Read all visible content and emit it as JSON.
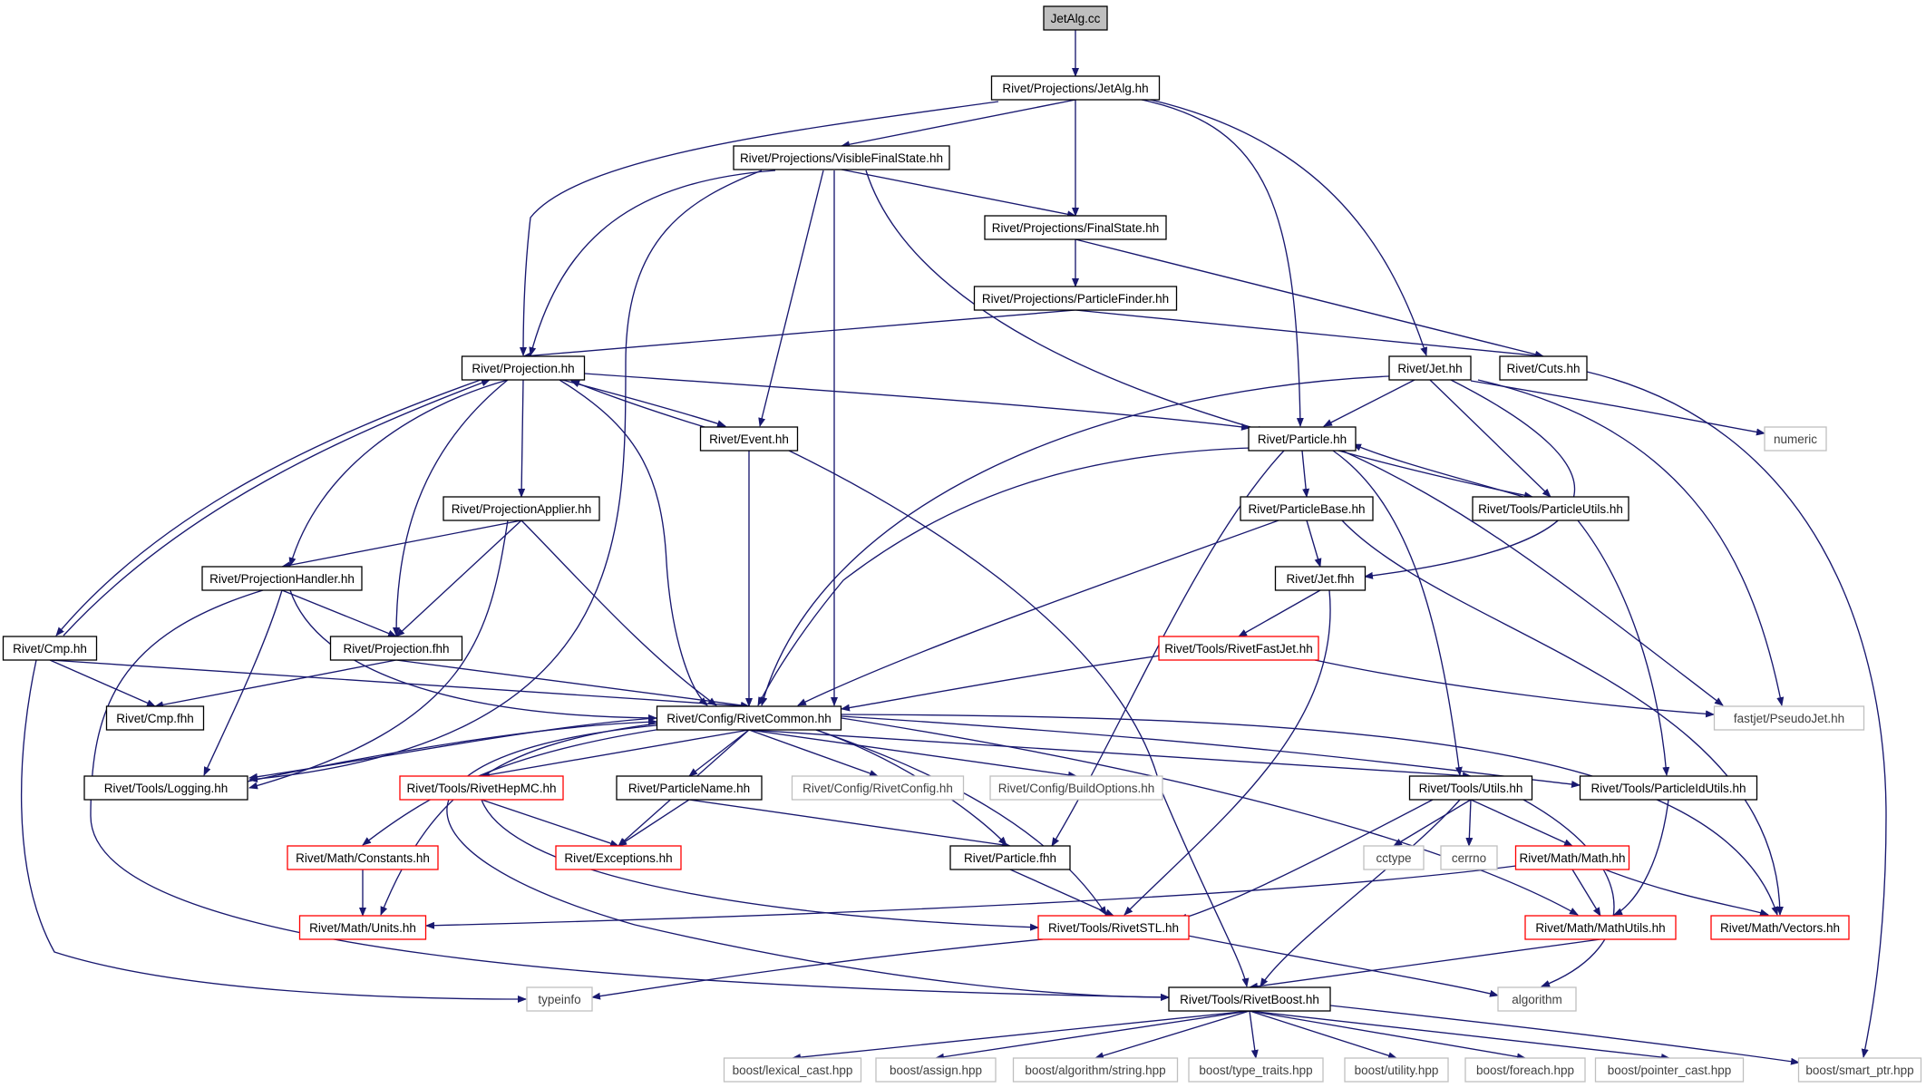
{
  "diagram": {
    "colors": {
      "edge": "#191970",
      "normal_border": "#000000",
      "root_fill": "#bfbfbf",
      "red_border": "#ff0000",
      "gray_border": "#bfbfbf",
      "gray_text": "#404040"
    },
    "nodes": [
      {
        "id": "jetalg_cc",
        "label": "JetAlg.cc",
        "kind": "root"
      },
      {
        "id": "proj_jetalg",
        "label": "Rivet/Projections/JetAlg.hh",
        "kind": "normal"
      },
      {
        "id": "proj_vfs",
        "label": "Rivet/Projections/VisibleFinalState.hh",
        "kind": "normal"
      },
      {
        "id": "proj_fs",
        "label": "Rivet/Projections/FinalState.hh",
        "kind": "normal"
      },
      {
        "id": "proj_pf",
        "label": "Rivet/Projections/ParticleFinder.hh",
        "kind": "normal"
      },
      {
        "id": "projection",
        "label": "Rivet/Projection.hh",
        "kind": "normal"
      },
      {
        "id": "jet_hh",
        "label": "Rivet/Jet.hh",
        "kind": "normal"
      },
      {
        "id": "cuts",
        "label": "Rivet/Cuts.hh",
        "kind": "normal"
      },
      {
        "id": "event",
        "label": "Rivet/Event.hh",
        "kind": "normal"
      },
      {
        "id": "particle",
        "label": "Rivet/Particle.hh",
        "kind": "normal"
      },
      {
        "id": "numeric",
        "label": "numeric",
        "kind": "system"
      },
      {
        "id": "projapplier",
        "label": "Rivet/ProjectionApplier.hh",
        "kind": "normal"
      },
      {
        "id": "particlebase",
        "label": "Rivet/ParticleBase.hh",
        "kind": "normal"
      },
      {
        "id": "particleutils",
        "label": "Rivet/Tools/ParticleUtils.hh",
        "kind": "normal"
      },
      {
        "id": "projhandler",
        "label": "Rivet/ProjectionHandler.hh",
        "kind": "normal"
      },
      {
        "id": "jet_fhh",
        "label": "Rivet/Jet.fhh",
        "kind": "normal"
      },
      {
        "id": "cmp_hh",
        "label": "Rivet/Cmp.hh",
        "kind": "normal"
      },
      {
        "id": "proj_fhh",
        "label": "Rivet/Projection.fhh",
        "kind": "normal"
      },
      {
        "id": "rivetfastjet",
        "label": "Rivet/Tools/RivetFastJet.hh",
        "kind": "red"
      },
      {
        "id": "cmp_fhh",
        "label": "Rivet/Cmp.fhh",
        "kind": "normal"
      },
      {
        "id": "rivetcommon",
        "label": "Rivet/Config/RivetCommon.hh",
        "kind": "normal"
      },
      {
        "id": "pseudojet",
        "label": "fastjet/PseudoJet.hh",
        "kind": "system"
      },
      {
        "id": "logging",
        "label": "Rivet/Tools/Logging.hh",
        "kind": "normal"
      },
      {
        "id": "rivethepmc",
        "label": "Rivet/Tools/RivetHepMC.hh",
        "kind": "red"
      },
      {
        "id": "particlename",
        "label": "Rivet/ParticleName.hh",
        "kind": "normal"
      },
      {
        "id": "rivetconfig",
        "label": "Rivet/Config/RivetConfig.hh",
        "kind": "system"
      },
      {
        "id": "buildoptions",
        "label": "Rivet/Config/BuildOptions.hh",
        "kind": "system"
      },
      {
        "id": "utils",
        "label": "Rivet/Tools/Utils.hh",
        "kind": "normal"
      },
      {
        "id": "particleidutils",
        "label": "Rivet/Tools/ParticleIdUtils.hh",
        "kind": "normal"
      },
      {
        "id": "constants",
        "label": "Rivet/Math/Constants.hh",
        "kind": "red"
      },
      {
        "id": "exceptions",
        "label": "Rivet/Exceptions.hh",
        "kind": "red"
      },
      {
        "id": "particle_fhh",
        "label": "Rivet/Particle.fhh",
        "kind": "normal"
      },
      {
        "id": "cctype",
        "label": "cctype",
        "kind": "system"
      },
      {
        "id": "cerrno",
        "label": "cerrno",
        "kind": "system"
      },
      {
        "id": "math",
        "label": "Rivet/Math/Math.hh",
        "kind": "red"
      },
      {
        "id": "units",
        "label": "Rivet/Math/Units.hh",
        "kind": "red"
      },
      {
        "id": "rivetstl",
        "label": "Rivet/Tools/RivetSTL.hh",
        "kind": "red"
      },
      {
        "id": "mathutils",
        "label": "Rivet/Math/MathUtils.hh",
        "kind": "red"
      },
      {
        "id": "vectors",
        "label": "Rivet/Math/Vectors.hh",
        "kind": "red"
      },
      {
        "id": "typeinfo",
        "label": "typeinfo",
        "kind": "system"
      },
      {
        "id": "rivetboost",
        "label": "Rivet/Tools/RivetBoost.hh",
        "kind": "normal"
      },
      {
        "id": "algorithm",
        "label": "algorithm",
        "kind": "system"
      },
      {
        "id": "b_lexical",
        "label": "boost/lexical_cast.hpp",
        "kind": "system"
      },
      {
        "id": "b_assign",
        "label": "boost/assign.hpp",
        "kind": "system"
      },
      {
        "id": "b_algstring",
        "label": "boost/algorithm/string.hpp",
        "kind": "system"
      },
      {
        "id": "b_typetraits",
        "label": "boost/type_traits.hpp",
        "kind": "system"
      },
      {
        "id": "b_utility",
        "label": "boost/utility.hpp",
        "kind": "system"
      },
      {
        "id": "b_foreach",
        "label": "boost/foreach.hpp",
        "kind": "system"
      },
      {
        "id": "b_pointercast",
        "label": "boost/pointer_cast.hpp",
        "kind": "system"
      },
      {
        "id": "b_smartptr",
        "label": "boost/smart_ptr.hpp",
        "kind": "system"
      }
    ],
    "edges": [
      [
        "jetalg_cc",
        "proj_jetalg"
      ],
      [
        "proj_jetalg",
        "proj_vfs"
      ],
      [
        "proj_jetalg",
        "proj_fs"
      ],
      [
        "proj_jetalg",
        "projection"
      ],
      [
        "proj_jetalg",
        "particle"
      ],
      [
        "proj_jetalg",
        "jet_hh"
      ],
      [
        "proj_vfs",
        "proj_fs"
      ],
      [
        "proj_vfs",
        "projection"
      ],
      [
        "proj_vfs",
        "event"
      ],
      [
        "proj_vfs",
        "particle"
      ],
      [
        "proj_vfs",
        "rivetcommon"
      ],
      [
        "proj_vfs",
        "logging"
      ],
      [
        "proj_fs",
        "proj_pf"
      ],
      [
        "proj_fs",
        "cuts"
      ],
      [
        "proj_pf",
        "projection"
      ],
      [
        "proj_pf",
        "cuts"
      ],
      [
        "projection",
        "event"
      ],
      [
        "projection",
        "particle"
      ],
      [
        "projection",
        "projapplier"
      ],
      [
        "projection",
        "projhandler"
      ],
      [
        "projection",
        "proj_fhh"
      ],
      [
        "projection",
        "cmp_hh"
      ],
      [
        "projection",
        "rivetcommon"
      ],
      [
        "event",
        "projection"
      ],
      [
        "event",
        "rivetcommon"
      ],
      [
        "event",
        "rivetboost"
      ],
      [
        "cmp_hh",
        "projection"
      ],
      [
        "cmp_hh",
        "cmp_fhh"
      ],
      [
        "cmp_hh",
        "rivetcommon"
      ],
      [
        "cmp_hh",
        "typeinfo"
      ],
      [
        "cuts",
        "b_smartptr"
      ],
      [
        "jet_hh",
        "particle"
      ],
      [
        "jet_hh",
        "rivetcommon"
      ],
      [
        "jet_hh",
        "particleutils"
      ],
      [
        "jet_hh",
        "jet_fhh"
      ],
      [
        "jet_hh",
        "numeric"
      ],
      [
        "jet_hh",
        "pseudojet"
      ],
      [
        "particle",
        "particlebase"
      ],
      [
        "particle",
        "particleutils"
      ],
      [
        "particle",
        "rivetcommon"
      ],
      [
        "particle",
        "utils"
      ],
      [
        "particle",
        "particle_fhh"
      ],
      [
        "particle",
        "pseudojet"
      ],
      [
        "particleutils",
        "particle"
      ],
      [
        "particleutils",
        "particleidutils"
      ],
      [
        "particlebase",
        "jet_fhh"
      ],
      [
        "particlebase",
        "rivetcommon"
      ],
      [
        "particlebase",
        "vectors"
      ],
      [
        "jet_fhh",
        "rivetfastjet"
      ],
      [
        "jet_fhh",
        "rivetstl"
      ],
      [
        "rivetfastjet",
        "rivetcommon"
      ],
      [
        "rivetfastjet",
        "pseudojet"
      ],
      [
        "projapplier",
        "projhandler"
      ],
      [
        "projapplier",
        "proj_fhh"
      ],
      [
        "projapplier",
        "rivetcommon"
      ],
      [
        "projapplier",
        "logging"
      ],
      [
        "projhandler",
        "proj_fhh"
      ],
      [
        "projhandler",
        "rivetcommon"
      ],
      [
        "projhandler",
        "logging"
      ],
      [
        "projhandler",
        "rivetboost"
      ],
      [
        "proj_fhh",
        "cmp_fhh"
      ],
      [
        "proj_fhh",
        "rivetcommon"
      ],
      [
        "rivetcommon",
        "logging"
      ],
      [
        "rivetcommon",
        "rivethepmc"
      ],
      [
        "rivetcommon",
        "particlename"
      ],
      [
        "rivetcommon",
        "rivetconfig"
      ],
      [
        "rivetcommon",
        "buildoptions"
      ],
      [
        "rivetcommon",
        "utils"
      ],
      [
        "rivetcommon",
        "particleidutils"
      ],
      [
        "rivetcommon",
        "vectors"
      ],
      [
        "rivetcommon",
        "constants"
      ],
      [
        "rivetcommon",
        "exceptions"
      ],
      [
        "rivetcommon",
        "units"
      ],
      [
        "rivetcommon",
        "rivetboost"
      ],
      [
        "rivetcommon",
        "particle_fhh"
      ],
      [
        "rivetcommon",
        "rivetstl"
      ],
      [
        "rivetcommon",
        "mathutils"
      ],
      [
        "logging",
        "rivetcommon"
      ],
      [
        "rivethepmc",
        "exceptions"
      ],
      [
        "rivethepmc",
        "rivetstl"
      ],
      [
        "particlename",
        "exceptions"
      ],
      [
        "particlename",
        "particle_fhh"
      ],
      [
        "constants",
        "units"
      ],
      [
        "particle_fhh",
        "rivetstl"
      ],
      [
        "utils",
        "cctype"
      ],
      [
        "utils",
        "cerrno"
      ],
      [
        "utils",
        "math"
      ],
      [
        "utils",
        "rivetstl"
      ],
      [
        "utils",
        "rivetboost"
      ],
      [
        "utils",
        "algorithm"
      ],
      [
        "particleidutils",
        "mathutils"
      ],
      [
        "math",
        "units"
      ],
      [
        "math",
        "mathutils"
      ],
      [
        "math",
        "vectors"
      ],
      [
        "mathutils",
        "rivetboost"
      ],
      [
        "rivetstl",
        "typeinfo"
      ],
      [
        "rivetstl",
        "algorithm"
      ],
      [
        "rivetboost",
        "b_lexical"
      ],
      [
        "rivetboost",
        "b_assign"
      ],
      [
        "rivetboost",
        "b_algstring"
      ],
      [
        "rivetboost",
        "b_typetraits"
      ],
      [
        "rivetboost",
        "b_utility"
      ],
      [
        "rivetboost",
        "b_foreach"
      ],
      [
        "rivetboost",
        "b_pointercast"
      ],
      [
        "rivetboost",
        "b_smartptr"
      ]
    ]
  }
}
